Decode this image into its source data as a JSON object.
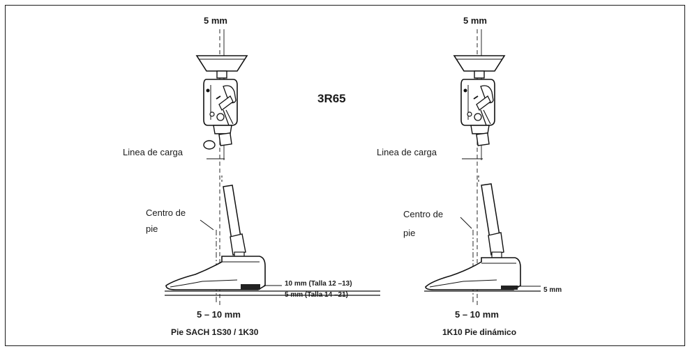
{
  "title": "3R65",
  "left": {
    "top_offset": "5 mm",
    "load_line": "Linea de carga",
    "foot_center": "Centro de\npie",
    "bottom_offset": "5 – 10 mm",
    "heel_height_1": "10 mm (Talla 12 –13)",
    "heel_height_2": "5 mm (Talla 14 –21)",
    "caption": "Pie SACH 1S30 / 1K30"
  },
  "right": {
    "top_offset": "5 mm",
    "load_line": "Linea de carga",
    "foot_center": "Centro de\npie",
    "bottom_offset": "5 – 10 mm",
    "heel_height": "5 mm",
    "caption": "1K10 Pie dinámico"
  }
}
